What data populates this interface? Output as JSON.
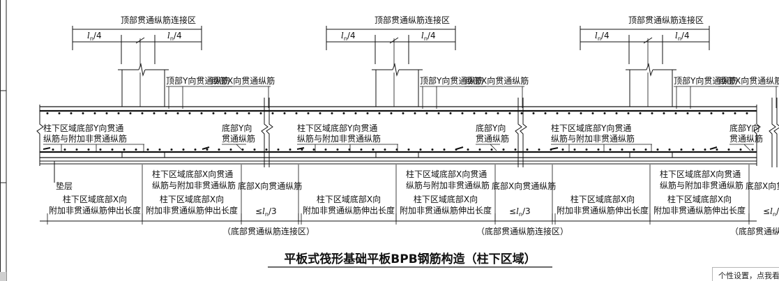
{
  "labels": {
    "top_zone": "顶部贯通纵筋连接区",
    "ln_quarter": "/4",
    "ln_third": "/3",
    "ln_symbol": "l",
    "ln_sub": "n",
    "le_symbol": "≤",
    "top_y": "顶部Y向贯通纵筋",
    "top_x": "顶部X向贯通纵筋",
    "col_y_l1": "柱下区域底部Y向贯通",
    "col_y_l2": "纵筋与附加非贯通纵筋",
    "bot_y_l1": "底部Y向",
    "bot_y_l2": "贯通纵筋",
    "cushion": "垫层",
    "col_x_l1": "柱下区域底部X向贯通",
    "col_x_l2": "纵筋与附加非贯通纵筋",
    "bot_x": "底部X向贯通纵筋",
    "ext_a_l1": "柱下区域底部X向",
    "ext_a_l2": "附加非贯通纵筋伸出长度",
    "bottom_zone": "（底部贯通纵筋连接区）",
    "title": "平板式筏形基础平板BPB钢筋构造（柱下区域）"
  },
  "popup": {
    "text": "个性设置，点我看"
  },
  "colors": {
    "ink": "#111111",
    "background": "#ffffff"
  }
}
